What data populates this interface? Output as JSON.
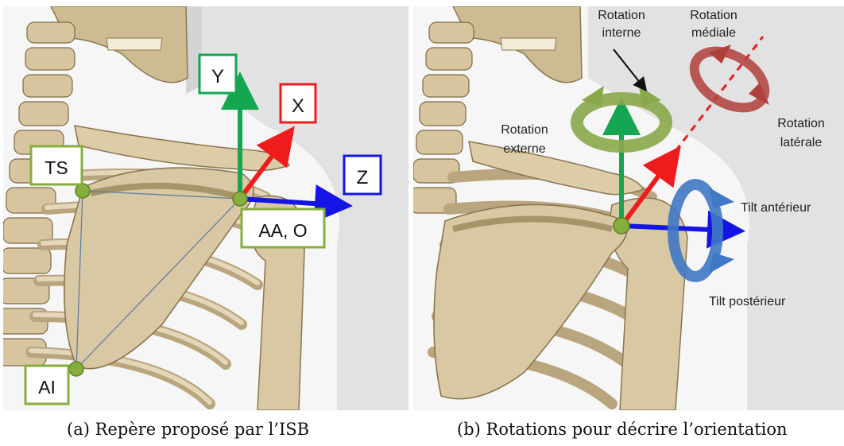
{
  "panel_a": {
    "labels": {
      "y_axis": "Y",
      "x_axis": "X",
      "z_axis": "Z",
      "ts": "TS",
      "aa_o": "AA, O",
      "ai": "AI"
    },
    "caption": "(a) Repère proposé par l’ISB"
  },
  "panel_b": {
    "labels": {
      "rotation_interne": [
        "Rotation",
        "interne"
      ],
      "rotation_externe": [
        "Rotation",
        "externe"
      ],
      "rotation_mediale": [
        "Rotation",
        "médiale"
      ],
      "rotation_laterale": [
        "Rotation",
        "latérale"
      ],
      "tilt_anterieur": "Tilt antérieur",
      "tilt_posterieur": "Tilt postérieur"
    },
    "caption": "(b) Rotations pour décrire l’orientation"
  },
  "colors": {
    "x_axis": "#ee1c1c",
    "y_axis": "#14a650",
    "z_axis": "#1414e6",
    "landmark": "#86ae3c",
    "bone": "#d8c8a4",
    "rotation_ie": "#8aa84a",
    "rotation_ml": "#b0403c",
    "tilt": "#3f78c4"
  }
}
